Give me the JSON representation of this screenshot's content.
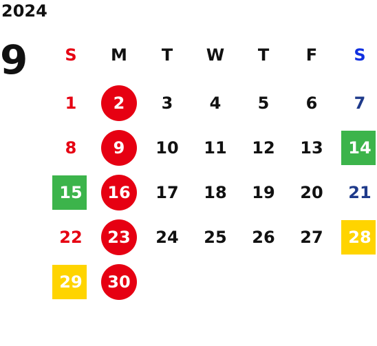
{
  "year": "2024",
  "month": "9",
  "weekday_headers": [
    "S",
    "M",
    "T",
    "W",
    "T",
    "F",
    "S"
  ],
  "colors": {
    "sunday": "#e60012",
    "saturday": "#1e3a8a",
    "saturday_header": "#1030e0",
    "weekday": "#111111",
    "holiday_circle": "#e60012",
    "green_marker": "#3cb44b",
    "yellow_marker": "#ffd400"
  },
  "weeks": [
    [
      {
        "day": "1",
        "mark": "none"
      },
      {
        "day": "2",
        "mark": "red-circle"
      },
      {
        "day": "3",
        "mark": "none"
      },
      {
        "day": "4",
        "mark": "none"
      },
      {
        "day": "5",
        "mark": "none"
      },
      {
        "day": "6",
        "mark": "none"
      },
      {
        "day": "7",
        "mark": "none"
      }
    ],
    [
      {
        "day": "8",
        "mark": "none"
      },
      {
        "day": "9",
        "mark": "red-circle"
      },
      {
        "day": "10",
        "mark": "none"
      },
      {
        "day": "11",
        "mark": "none"
      },
      {
        "day": "12",
        "mark": "none"
      },
      {
        "day": "13",
        "mark": "none"
      },
      {
        "day": "14",
        "mark": "green-square"
      }
    ],
    [
      {
        "day": "15",
        "mark": "green-square"
      },
      {
        "day": "16",
        "mark": "red-circle"
      },
      {
        "day": "17",
        "mark": "none"
      },
      {
        "day": "18",
        "mark": "none"
      },
      {
        "day": "19",
        "mark": "none"
      },
      {
        "day": "20",
        "mark": "none"
      },
      {
        "day": "21",
        "mark": "none"
      }
    ],
    [
      {
        "day": "22",
        "mark": "none"
      },
      {
        "day": "23",
        "mark": "red-circle"
      },
      {
        "day": "24",
        "mark": "none"
      },
      {
        "day": "25",
        "mark": "none"
      },
      {
        "day": "26",
        "mark": "none"
      },
      {
        "day": "27",
        "mark": "none"
      },
      {
        "day": "28",
        "mark": "yellow-square"
      }
    ],
    [
      {
        "day": "29",
        "mark": "yellow-square"
      },
      {
        "day": "30",
        "mark": "red-circle"
      }
    ]
  ]
}
